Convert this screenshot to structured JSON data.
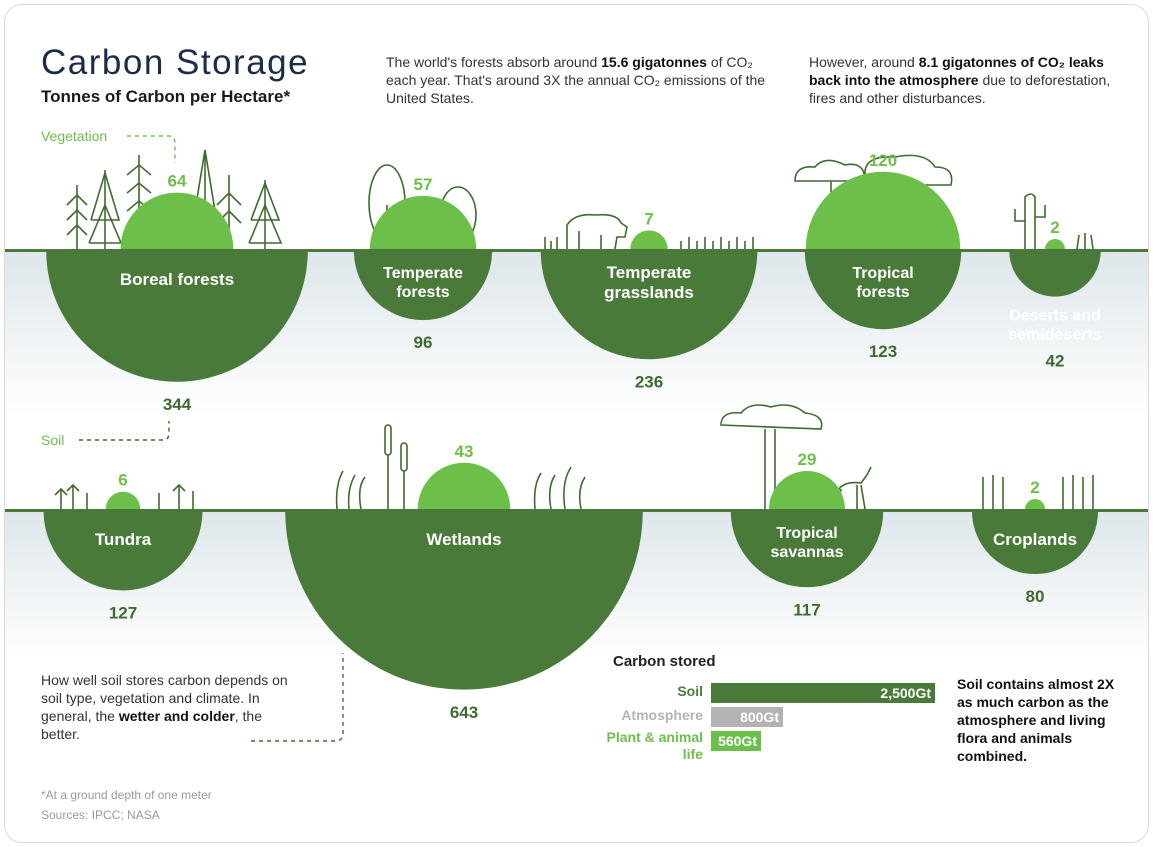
{
  "title": "Carbon Storage",
  "subtitle": "Tonnes of Carbon per Hectare*",
  "intro_left": {
    "t1": "The world's forests absorb around ",
    "b1": "15.6 gigatonnes",
    "t2": " of CO₂ each year. That's around 3X the annual CO₂ emissions of the United States."
  },
  "intro_right": {
    "t1": "However, around ",
    "b1": "8.1 gigatonnes of CO₂ leaks back into the atmosphere",
    "t2": " due to deforestation, fires and other disturbances."
  },
  "legend": {
    "vegetation": "Vegetation",
    "soil": "Soil"
  },
  "colors": {
    "soil": "#4a7a3a",
    "vegetation": "#6cc04a",
    "atmosphere": "#b3b3b3",
    "band": "#dde6ea"
  },
  "chart_data": {
    "type": "proportional-circles",
    "title": "Carbon Storage",
    "subtitle": "Tonnes of Carbon per Hectare*",
    "series": [
      {
        "name": "Vegetation",
        "key": "veg"
      },
      {
        "name": "Soil",
        "key": "soil"
      }
    ],
    "biomes": [
      {
        "name": "Boreal forests",
        "veg": 64,
        "soil": 344,
        "row": 0
      },
      {
        "name": "Temperate forests",
        "veg": 57,
        "soil": 96,
        "row": 0
      },
      {
        "name": "Temperate grasslands",
        "veg": 7,
        "soil": 236,
        "row": 0
      },
      {
        "name": "Tropical forests",
        "veg": 120,
        "soil": 123,
        "row": 0
      },
      {
        "name": "Deserts and semideserts",
        "veg": 2,
        "soil": 42,
        "row": 0
      },
      {
        "name": "Tundra",
        "veg": 6,
        "soil": 127,
        "row": 1
      },
      {
        "name": "Wetlands",
        "veg": 43,
        "soil": 643,
        "row": 1
      },
      {
        "name": "Tropical savannas",
        "veg": 29,
        "soil": 117,
        "row": 1
      },
      {
        "name": "Croplands",
        "veg": 2,
        "soil": 80,
        "row": 1
      }
    ]
  },
  "carbon_stored": {
    "title": "Carbon stored",
    "unit": "Gt",
    "bars": [
      {
        "label": "Soil",
        "value": 2500,
        "display": "2,500Gt",
        "color": "#4a7a3a"
      },
      {
        "label": "Atmosphere",
        "value": 800,
        "display": "800Gt",
        "color": "#b3b3b3"
      },
      {
        "label": "Plant & animal life",
        "value": 560,
        "display": "560Gt",
        "color": "#6cc04a"
      }
    ],
    "summary": "Soil contains almost 2X as much carbon as the atmosphere and living flora and animals combined."
  },
  "soil_note": {
    "t1": "How well soil stores carbon depends on soil type, vegetation and climate. In general, the ",
    "b1": "wetter and colder",
    "t2": ", the better."
  },
  "footnote": "*At a ground depth of one meter",
  "sources": "Sources: IPCC; NASA"
}
